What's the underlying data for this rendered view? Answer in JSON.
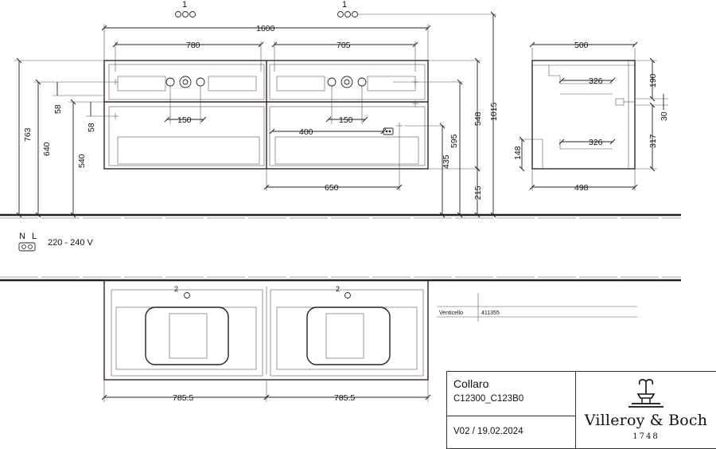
{
  "product": {
    "model": "Collaro",
    "code": "C12300_C123B0",
    "version": "V02 / 19.02.2024",
    "brand": "Villeroy & Boch",
    "brand_year": "1748"
  },
  "electrical": {
    "label_n": "N",
    "label_l": "L",
    "voltage": "220 - 240 V"
  },
  "reference": {
    "name": "Venticello",
    "number": "411355"
  },
  "callouts": {
    "tap_1_left": "1",
    "tap_1_right": "1",
    "hole_2_left": "2",
    "hole_2_right": "2"
  },
  "dimensions": {
    "total_width": "1600",
    "left_section": "780",
    "right_section": "705",
    "height_763": "763",
    "height_640": "640",
    "height_540": "540",
    "gap_58_a": "58",
    "gap_58_b": "58",
    "drain_150_left": "150",
    "drain_150_right": "150",
    "socket_400": "400",
    "drawer_650": "650",
    "height_595": "595",
    "height_548": "548",
    "height_435": "435",
    "height_215": "215",
    "height_1015": "1015",
    "side_depth_500": "500",
    "side_326_top": "326",
    "side_326_bottom": "326",
    "side_190": "190",
    "side_30": "30",
    "side_317": "317",
    "side_148": "148",
    "side_498": "498",
    "bowl_785_left": "785.5",
    "bowl_785_right": "785.5"
  }
}
